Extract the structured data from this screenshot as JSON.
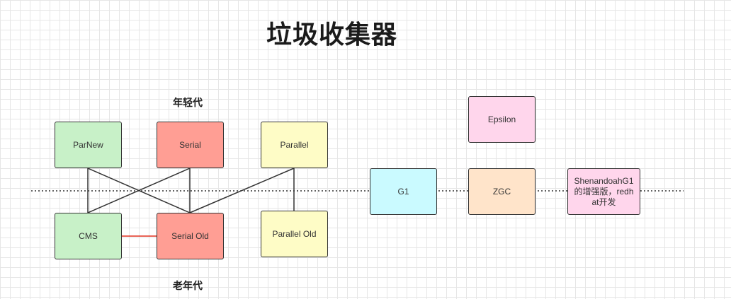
{
  "title": "垃圾收集器",
  "labels": {
    "young": "年轻代",
    "old": "老年代"
  },
  "boxes": {
    "parnew": "ParNew",
    "serial": "Serial",
    "parallel": "Parallel",
    "cms": "CMS",
    "serial_old": "Serial Old",
    "parallel_old": "Parallel Old",
    "epsilon": "Epsilon",
    "g1": "G1",
    "zgc": "ZGC",
    "shenandoah": "ShenandoahG1的增强版，redhat开发"
  },
  "colors": {
    "green": "#c8f1c8",
    "red": "#ff9e94",
    "yellow": "#fefcc6",
    "cyan": "#cafaff",
    "orange": "#ffe4ca",
    "pink": "#ffd6ec",
    "cms_link": "#e0301e"
  }
}
